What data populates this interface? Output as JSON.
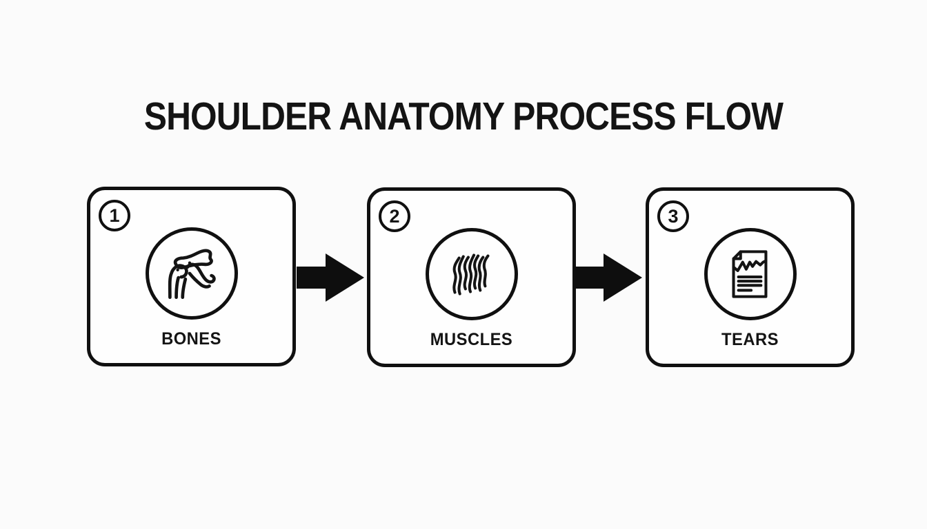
{
  "title": "SHOULDER ANATOMY PROCESS FLOW",
  "steps": [
    {
      "number": "1",
      "label": "BONES",
      "icon": "shoulder-joint-bones-icon"
    },
    {
      "number": "2",
      "label": "MUSCLES",
      "icon": "muscle-fibers-icon"
    },
    {
      "number": "3",
      "label": "TEARS",
      "icon": "torn-document-icon"
    }
  ],
  "connectors": [
    {
      "from": "BONES",
      "to": "MUSCLES",
      "type": "arrow-right"
    },
    {
      "from": "MUSCLES",
      "to": "TEARS",
      "type": "arrow-right"
    }
  ],
  "colors": {
    "background": "#fbfbfb",
    "ink": "#141414",
    "box_fill": "#fefefe"
  }
}
